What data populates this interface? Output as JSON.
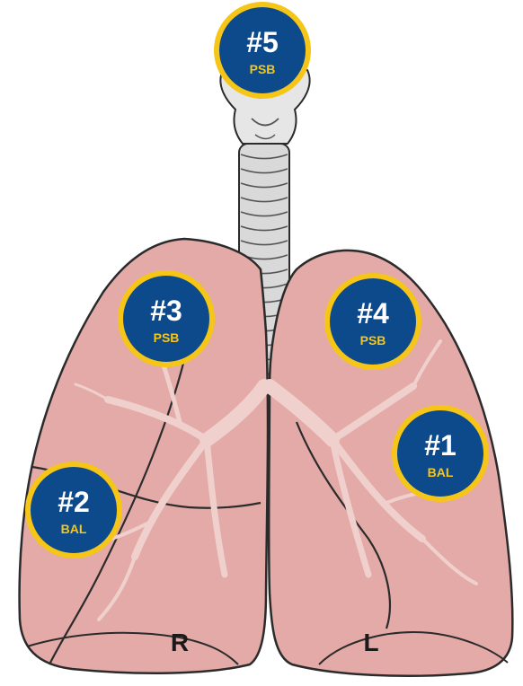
{
  "sides": {
    "right": "R",
    "left": "L"
  },
  "sites": [
    {
      "id": "5",
      "number": "#5",
      "procedure": "PSB"
    },
    {
      "id": "3",
      "number": "#3",
      "procedure": "PSB"
    },
    {
      "id": "4",
      "number": "#4",
      "procedure": "PSB"
    },
    {
      "id": "1",
      "number": "#1",
      "procedure": "BAL"
    },
    {
      "id": "2",
      "number": "#2",
      "procedure": "BAL"
    }
  ],
  "colors": {
    "lung_fill": "#e3aaa8",
    "lung_outline": "#2b2b2b",
    "airway_fill": "#f0d0cc",
    "trachea_fill": "#d9d9d9",
    "badge_fill": "#0d4a8c",
    "badge_ring": "#f5c518",
    "number_text": "#ffffff",
    "procedure_text": "#f5c518"
  }
}
